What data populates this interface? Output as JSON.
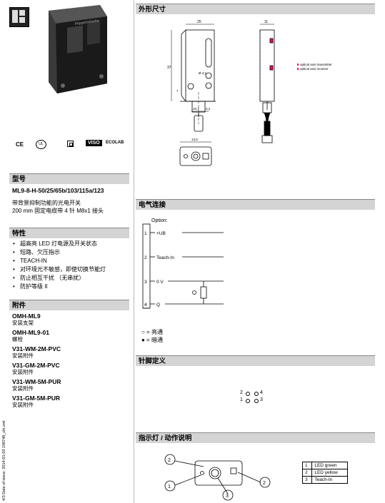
{
  "sections": {
    "dimensions": "外形尺寸",
    "model": "型号",
    "features": "特性",
    "accessories": "附件",
    "electrical": "电气连接",
    "pinout": "针脚定义",
    "indicator": "指示灯 / 动作说明"
  },
  "model": {
    "code": "ML9-8-H-50/25/65b/103/115a/123",
    "desc1": "带背景抑制功能的光电开关",
    "desc2": "200 mm 固定电缆带 4 针 M8x1 接头"
  },
  "features": [
    "超高亮 LED 灯电源及开关状态",
    "短路、欠压指示",
    "TEACH-IN",
    "对环境光不敏感，即使切换节能灯",
    "防止相互干扰 （无串扰）",
    "防护等级 II"
  ],
  "accessories": [
    {
      "name": "OMH-ML9",
      "desc": "安装支架"
    },
    {
      "name": "OMH-ML9-01",
      "desc": "螺栓"
    },
    {
      "name": "V31-WM-2M-PVC",
      "desc": "安装附件"
    },
    {
      "name": "V31-GM-2M-PVC",
      "desc": "安装附件"
    },
    {
      "name": "V31-WM-5M-PUR",
      "desc": "安装附件"
    },
    {
      "name": "V31-GM-5M-PUR",
      "desc": "安装附件"
    }
  ],
  "certs": [
    "CE",
    "UL",
    "VISO",
    "ECOLAB"
  ],
  "dimension_labels": {
    "width": "25",
    "depth": "11",
    "height": "37",
    "axis_tx": "optical axis transmitter",
    "axis_rx": "optical axis receiver",
    "hole": "Ø 3,2",
    "d1": "10,7",
    "d2": "3,2",
    "bottom": "13,5",
    "note_left": "7"
  },
  "electrical": {
    "option": "Option:",
    "pins": [
      {
        "num": "1",
        "label": "+UB"
      },
      {
        "num": "2",
        "label": "Teach-In"
      },
      {
        "num": "3",
        "label": "0 V"
      },
      {
        "num": "4",
        "label": "Q"
      }
    ],
    "legend_open": "○ = 亮通",
    "legend_closed": "● = 暗通"
  },
  "pinout": {
    "p2": "2",
    "p4": "4",
    "p1": "1",
    "p3": "3"
  },
  "indicator": {
    "callouts": [
      "2",
      "1",
      "3",
      "2"
    ],
    "table": [
      {
        "num": "1",
        "label": "LED green"
      },
      {
        "num": "2",
        "label": "LED yellow"
      },
      {
        "num": "3",
        "label": "Teach-In"
      }
    ]
  },
  "side_text": "4/3    Date of issue: 2014-01-03    198748_chi.xml"
}
